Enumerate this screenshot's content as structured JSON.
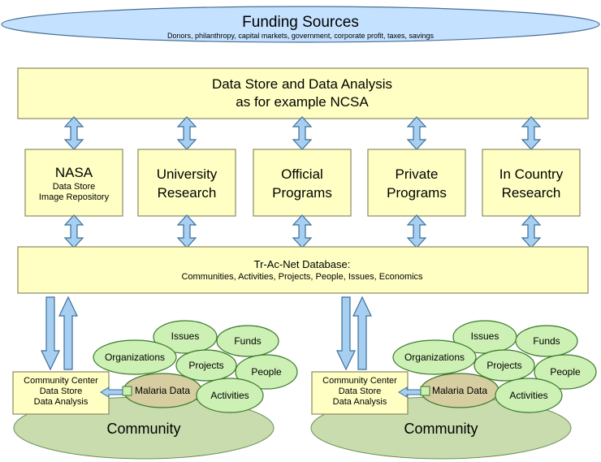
{
  "funding": {
    "title": "Funding Sources",
    "subtitle": "Donors, philanthropy, capital markets, government, corporate profit, taxes, savings"
  },
  "data_store": {
    "line1": "Data Store and Data Analysis",
    "line2": "as for example NCSA"
  },
  "sources": {
    "nasa": {
      "title": "NASA",
      "sub1": "Data Store",
      "sub2": "Image Repository"
    },
    "university": {
      "line1": "University",
      "line2": "Research"
    },
    "official": {
      "line1": "Official",
      "line2": "Programs"
    },
    "private": {
      "line1": "Private",
      "line2": "Programs"
    },
    "in_country": {
      "line1": "In Country",
      "line2": "Research"
    }
  },
  "database": {
    "title": "Tr-Ac-Net Database:",
    "subtitle": "Communities, Activities, Projects, People, Issues, Economics"
  },
  "communities": [
    {
      "center": {
        "line1": "Community Center",
        "line2": "Data Store",
        "line3": "Data Analysis"
      },
      "community": "Community",
      "bubbles": {
        "issues": "Issues",
        "funds": "Funds",
        "organizations": "Organizations",
        "projects": "Projects",
        "people": "People",
        "malaria": "Malaria Data",
        "activities": "Activities"
      }
    },
    {
      "center": {
        "line1": "Community Center",
        "line2": "Data Store",
        "line3": "Data Analysis"
      },
      "community": "Community",
      "bubbles": {
        "issues": "Issues",
        "funds": "Funds",
        "organizations": "Organizations",
        "projects": "Projects",
        "people": "People",
        "malaria": "Malaria Data",
        "activities": "Activities"
      }
    }
  ],
  "colors": {
    "box_fill": "#ffffc4",
    "box_stroke": "#8a8a60",
    "ellipse_fill": "#c4e2ff",
    "arrow_fill": "#a6cff2",
    "arrow_stroke": "#3d6e99",
    "bubble_fill": "#cdf0b4",
    "bubble_stroke": "#3a7a2c",
    "malaria_fill": "#d6cda0",
    "community_fill": "#c8dcae"
  }
}
